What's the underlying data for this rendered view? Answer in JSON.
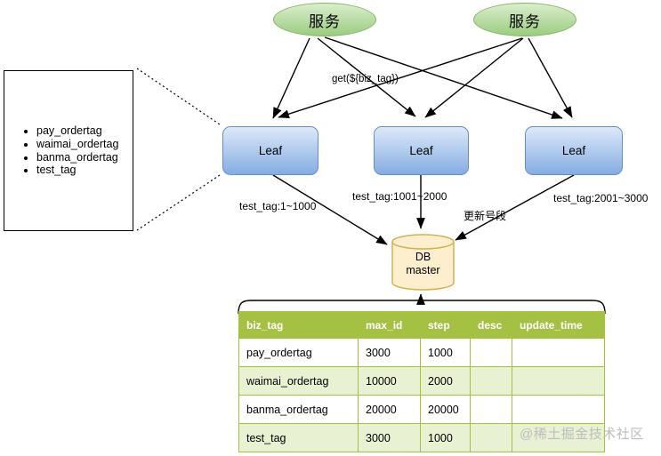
{
  "callout": {
    "items": [
      "pay_ordertag",
      "waimai_ordertag",
      "banma_ordertag",
      "test_tag"
    ]
  },
  "services": [
    {
      "label": "服务"
    },
    {
      "label": "服务"
    }
  ],
  "leaves": [
    {
      "label": "Leaf",
      "range_label": "test_tag:1~1000"
    },
    {
      "label": "Leaf",
      "range_label": "test_tag:1001~2000"
    },
    {
      "label": "Leaf",
      "range_label": "test_tag:2001~3000"
    }
  ],
  "labels": {
    "get_request": "get(${biz_tag})",
    "update_segment": "更新号段"
  },
  "db": {
    "line1": "DB",
    "line2": "master"
  },
  "table": {
    "headers": [
      "biz_tag",
      "max_id",
      "step",
      "desc",
      "update_time"
    ],
    "rows": [
      [
        "pay_ordertag",
        "3000",
        "1000",
        "",
        ""
      ],
      [
        "waimai_ordertag",
        "10000",
        "2000",
        "",
        ""
      ],
      [
        "banma_ordertag",
        "20000",
        "20000",
        "",
        ""
      ],
      [
        "test_tag",
        "3000",
        "1000",
        "",
        ""
      ]
    ]
  },
  "watermark": "@稀土掘金技术社区",
  "colors": {
    "service_fill_top": "#daeecb",
    "service_fill_bottom": "#9bcc81",
    "service_stroke": "#85b567",
    "leaf_fill_top": "#dde9f9",
    "leaf_fill_bottom": "#85ade2",
    "leaf_stroke": "#6c8ebf",
    "db_fill": "#fdeecd",
    "db_stroke": "#d3b153",
    "table_header_bg": "#a4c143",
    "table_row_alt_bg": "#e9f1d3",
    "table_border": "#a4c143",
    "connector": "#000000",
    "watermark_text": "#bdbdbd"
  }
}
